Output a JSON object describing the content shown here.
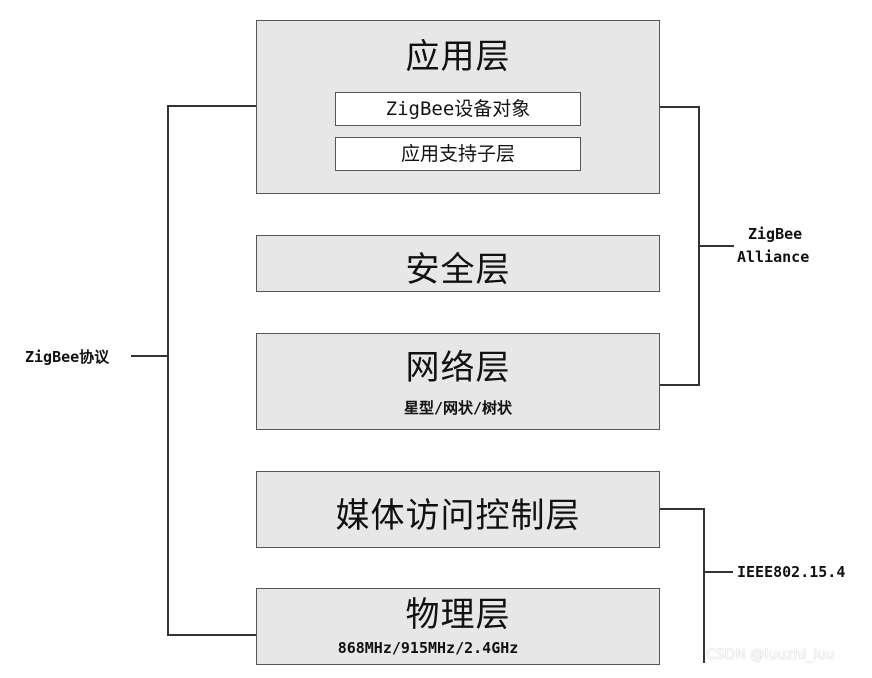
{
  "left_label": "ZigBee协议",
  "right_labels": {
    "alliance_line1": "ZigBee",
    "alliance_line2": "Alliance",
    "ieee": "IEEE802.15.4"
  },
  "layers": {
    "application": {
      "title": "应用层",
      "sub_boxes": [
        "ZigBee设备对象",
        "应用支持子层"
      ]
    },
    "security": {
      "title": "安全层"
    },
    "network": {
      "title": "网络层",
      "subtitle": "星型/网状/树状"
    },
    "mac": {
      "title": "媒体访问控制层"
    },
    "physical": {
      "title": "物理层",
      "subtitle": "868MHz/915MHz/2.4GHz"
    }
  },
  "watermark": "CSDN @luuzhi_luu"
}
